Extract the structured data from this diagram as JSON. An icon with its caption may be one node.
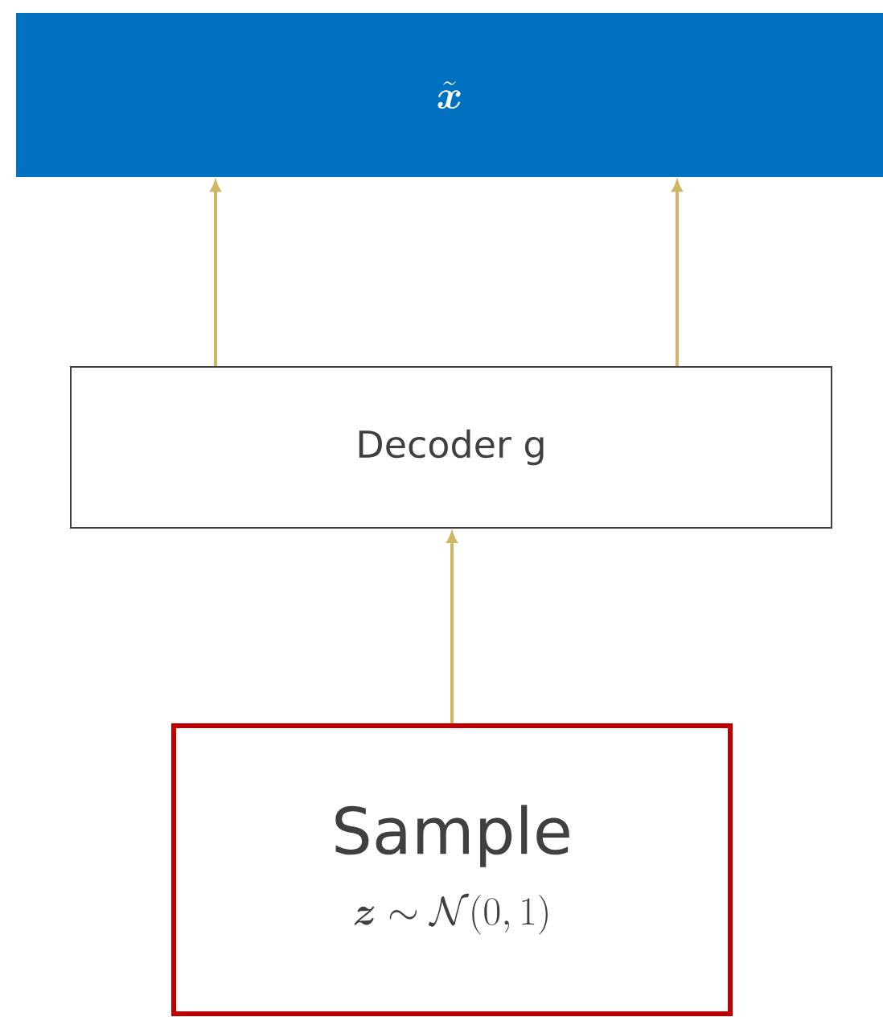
{
  "diagram": {
    "nodes": [
      {
        "text": [
          "\\tilde{\\boldsymbol{x}}"
        ]
      },
      {
        "text": [
          "Decoder g"
        ]
      },
      {
        "text": [
          "Sample",
          "\\boldsymbol{z}\\sim\\mathcal{N}(0,1)"
        ]
      }
    ],
    "edges": [
      {
        "from": 1,
        "to": 0,
        "arrow": "to"
      },
      {
        "from": 1,
        "to": 0,
        "arrow": "to"
      },
      {
        "from": 2,
        "to": 1,
        "arrow": "to"
      }
    ]
  }
}
